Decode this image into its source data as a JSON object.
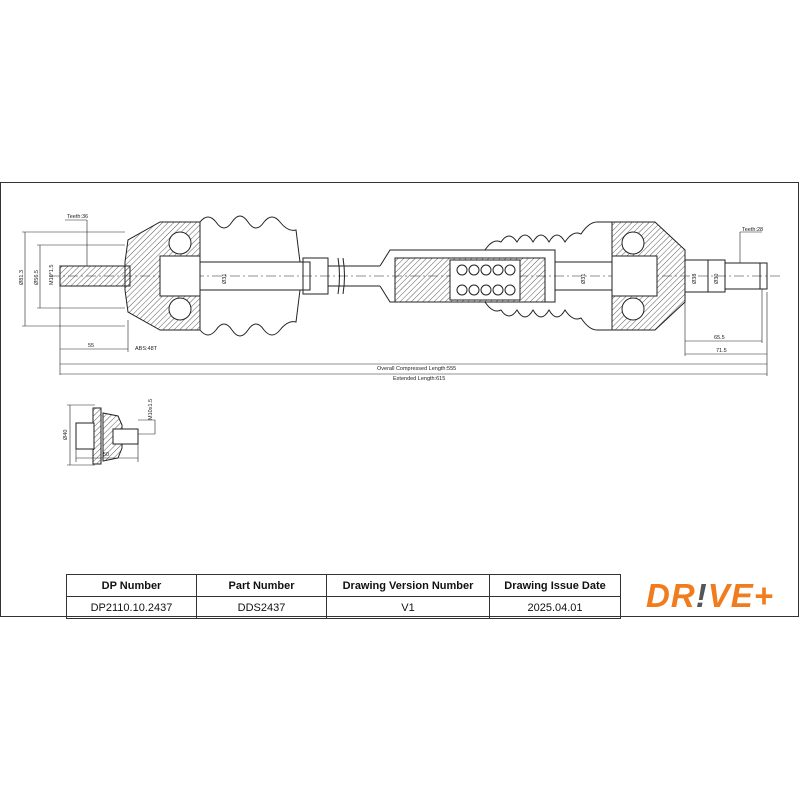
{
  "drawing": {
    "left_joint": {
      "teeth": "Teeth:36",
      "dia_outer": "Ø81.3",
      "dia_inner": "Ø56.5",
      "thread": "M10*1.5",
      "length": "55",
      "abs": "ABS:48T"
    },
    "shaft": {
      "dia_left": "Ø31",
      "dia_right": "Ø31"
    },
    "right_joint": {
      "teeth": "Teeth:28",
      "dia_33": "Ø33",
      "dia_30": "Ø30",
      "len_1": "65.5",
      "len_2": "71.5"
    },
    "overall_length": "Overall Compressed Length:555",
    "extended_length": "Extended Length:615",
    "bolt": {
      "dia": "Ø40",
      "thread": "M10x1.5",
      "length": "50"
    }
  },
  "table": {
    "headers": [
      "DP Number",
      "Part Number",
      "Drawing Version Number",
      "Drawing Issue Date"
    ],
    "values": [
      "DP2110.10.2437",
      "DDS2437",
      "V1",
      "2025.04.01"
    ]
  },
  "logo": {
    "text_a": "DR",
    "text_b": "!",
    "text_c": "VE+",
    "brand_color": "#f07c1d"
  }
}
